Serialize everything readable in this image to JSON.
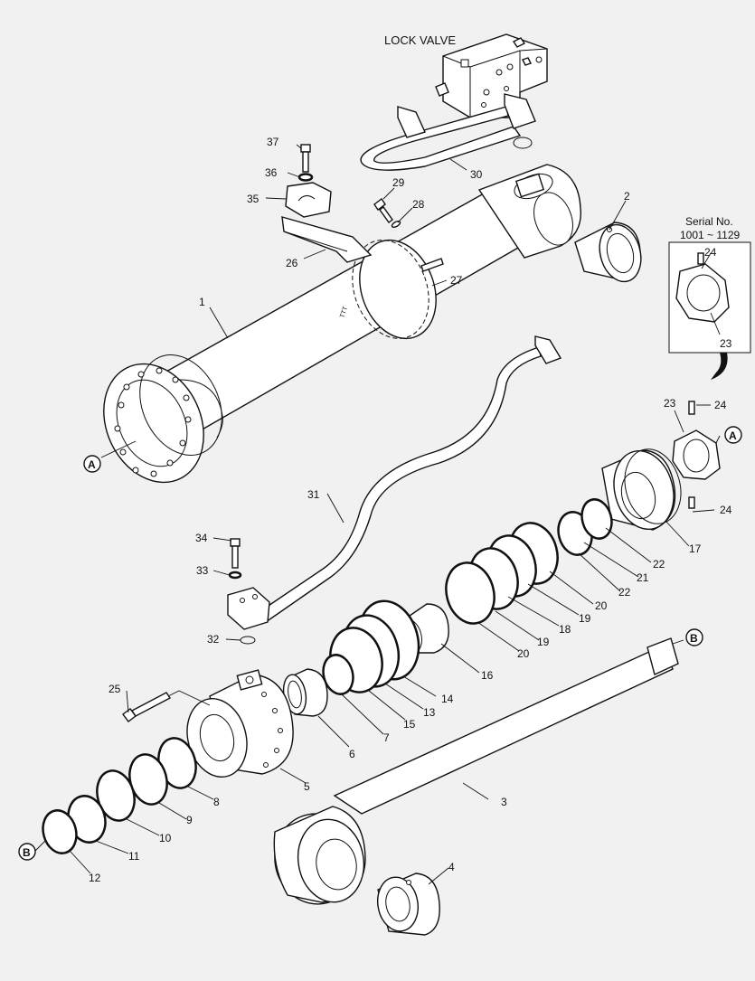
{
  "diagram": {
    "title": "LOCK VALVE",
    "serial_box": {
      "line1": "Serial No.",
      "line2": "1001 ~ 1129"
    },
    "callout_letters": [
      "A",
      "A",
      "B",
      "B"
    ],
    "part_labels": {
      "p1": "1",
      "p2": "2",
      "p3": "3",
      "p4": "4",
      "p5": "5",
      "p6": "6",
      "p7": "7",
      "p8": "8",
      "p9": "9",
      "p10": "10",
      "p11": "11",
      "p12": "12",
      "p13": "13",
      "p14": "14",
      "p15": "15",
      "p16": "16",
      "p17": "17",
      "p18": "18",
      "p19a": "19",
      "p19b": "19",
      "p20a": "20",
      "p20b": "20",
      "p21": "21",
      "p22a": "22",
      "p22b": "22",
      "p23a": "23",
      "p23b": "23",
      "p24a": "24",
      "p24b": "24",
      "p24c": "24",
      "p25": "25",
      "p26": "26",
      "p27": "27",
      "p28": "28",
      "p29": "29",
      "p30": "30",
      "p31": "31",
      "p32": "32",
      "p33": "33",
      "p34": "34",
      "p35": "35",
      "p36": "36",
      "p37": "37"
    }
  }
}
